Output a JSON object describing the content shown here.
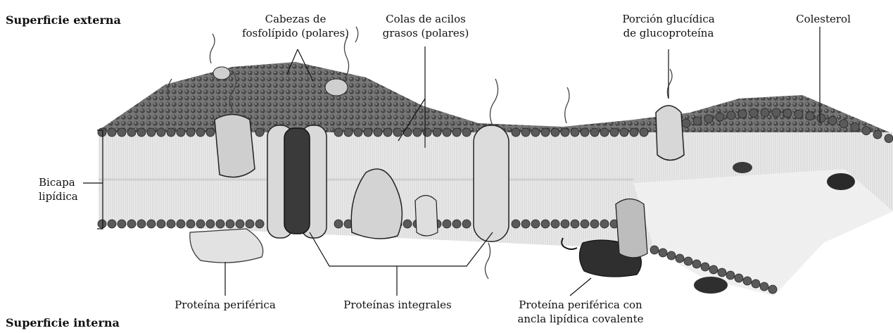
{
  "labels": {
    "outer_surface": "Superficie externa",
    "inner_surface": "Superficie interna",
    "phospholipid_heads_1": "Cabezas de",
    "phospholipid_heads_2": "fosfolípido (polares)",
    "acyl_tails_1": "Colas de acilos",
    "acyl_tails_2": "grasos (polares)",
    "glyco_1": "Porción glucídica",
    "glyco_2": "de glucoproteína",
    "cholesterol": "Colesterol",
    "bilayer_1": "Bicapa",
    "bilayer_2": "lipídica",
    "peripheral_protein": "Proteína periférica",
    "integral_proteins": "Proteínas integrales",
    "anchored_1": "Proteína periférica con",
    "anchored_2": "ancla lipídica covalente"
  },
  "colors": {
    "head": "#5a5a5a",
    "tail_region": "#e9e9e9",
    "protein": "#d6d6d6",
    "dark_protein": "#2e2e2e",
    "line": "#111111"
  }
}
